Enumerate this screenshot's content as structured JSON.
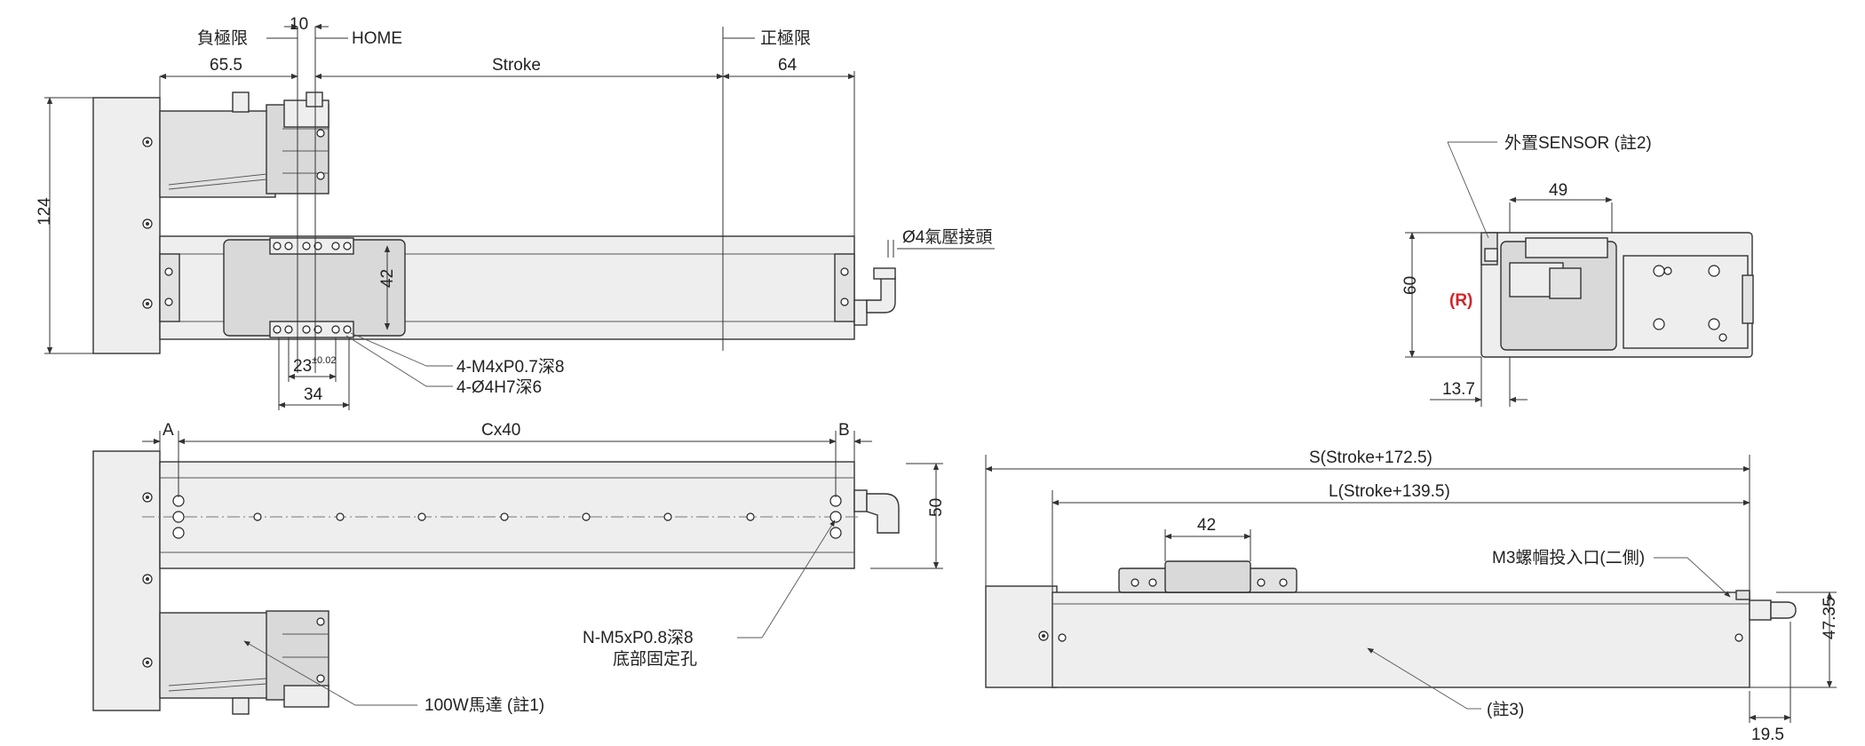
{
  "labels": {
    "neg_limit": "負極限",
    "dim_10": "10",
    "home": "HOME",
    "pos_limit": "正極限",
    "dim_65_5": "65.5",
    "stroke": "Stroke",
    "dim_64": "64",
    "dim_124": "124",
    "dim_42_vertical": "42",
    "air_fitting": "Ø4氣壓接頭",
    "dim_23": "23",
    "tol_23": "±0.02",
    "dim_34": "34",
    "screw_tap": "4-M4xP0.7深8",
    "pin_hole": "4-Ø4H7深6",
    "dim_A": "A",
    "dim_C": "Cx40",
    "dim_B": "B",
    "dim_50": "50",
    "bottom_hole_1": "N-M5xP0.8深8",
    "bottom_hole_2": "底部固定孔",
    "motor": "100W馬達 (註1)",
    "sensor": "外置SENSOR (註2)",
    "dim_49": "49",
    "dim_60": "60",
    "r_mark": "(R)",
    "dim_13_7": "13.7",
    "s_length": "S(Stroke+172.5)",
    "l_length": "L(Stroke+139.5)",
    "dim_42_side": "42",
    "m3_cap": "M3螺帽投入口(二側)",
    "dim_47_35": "47.35",
    "note3": "(註3)",
    "dim_19_5": "19.5"
  },
  "colors": {
    "line": "#333333",
    "body_fill": "#eeeeee",
    "block_fill": "#d9d9d9",
    "accent_red": "#d2232a"
  }
}
